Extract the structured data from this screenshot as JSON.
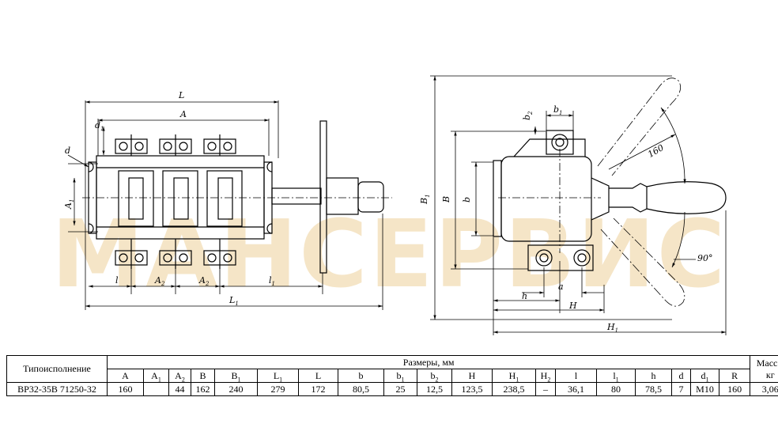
{
  "watermark": {
    "text": "МАНСЕРВИС"
  },
  "drawing_labels": {
    "L": "L",
    "A": "A",
    "d1": "d",
    "d1_sub": "1",
    "d": "d",
    "A1": "A",
    "A1_sub": "1",
    "l": "l",
    "A2a": "A",
    "A2a_sub": "2",
    "A2b": "A",
    "A2b_sub": "2",
    "l1": "l",
    "l1_sub": "1",
    "L1": "L",
    "L1_sub": "1",
    "b2": "b",
    "b2_sub": "2",
    "b1": "b",
    "b1_sub": "1",
    "B1": "B",
    "B1_sub": "1",
    "B": "B",
    "b": "b",
    "a": "a",
    "h": "h",
    "H": "H",
    "H1": "H",
    "H1_sub": "1",
    "radius": "160",
    "angle": "90°"
  },
  "table": {
    "col_type": "Типоисполнение",
    "group": "Размеры, мм",
    "mass": "Масса,",
    "mass_unit": "кг",
    "headers": [
      {
        "m": "A",
        "s": ""
      },
      {
        "m": "A",
        "s": "1"
      },
      {
        "m": "A",
        "s": "2"
      },
      {
        "m": "B",
        "s": ""
      },
      {
        "m": "B",
        "s": "1"
      },
      {
        "m": "L",
        "s": "1"
      },
      {
        "m": "L",
        "s": ""
      },
      {
        "m": "b",
        "s": ""
      },
      {
        "m": "b",
        "s": "1"
      },
      {
        "m": "b",
        "s": "2"
      },
      {
        "m": "H",
        "s": ""
      },
      {
        "m": "H",
        "s": "1"
      },
      {
        "m": "H",
        "s": "2"
      },
      {
        "m": "l",
        "s": ""
      },
      {
        "m": "l",
        "s": "1"
      },
      {
        "m": "h",
        "s": ""
      },
      {
        "m": "d",
        "s": ""
      },
      {
        "m": "d",
        "s": "1"
      },
      {
        "m": "R",
        "s": ""
      }
    ],
    "row": {
      "type": "ВР32-35В 71250-32",
      "values": [
        "160",
        "",
        "44",
        "162",
        "240",
        "279",
        "172",
        "80,5",
        "25",
        "12,5",
        "123,5",
        "238,5",
        "–",
        "36,1",
        "80",
        "78,5",
        "7",
        "М10",
        "160"
      ],
      "mass": "3,06"
    }
  }
}
